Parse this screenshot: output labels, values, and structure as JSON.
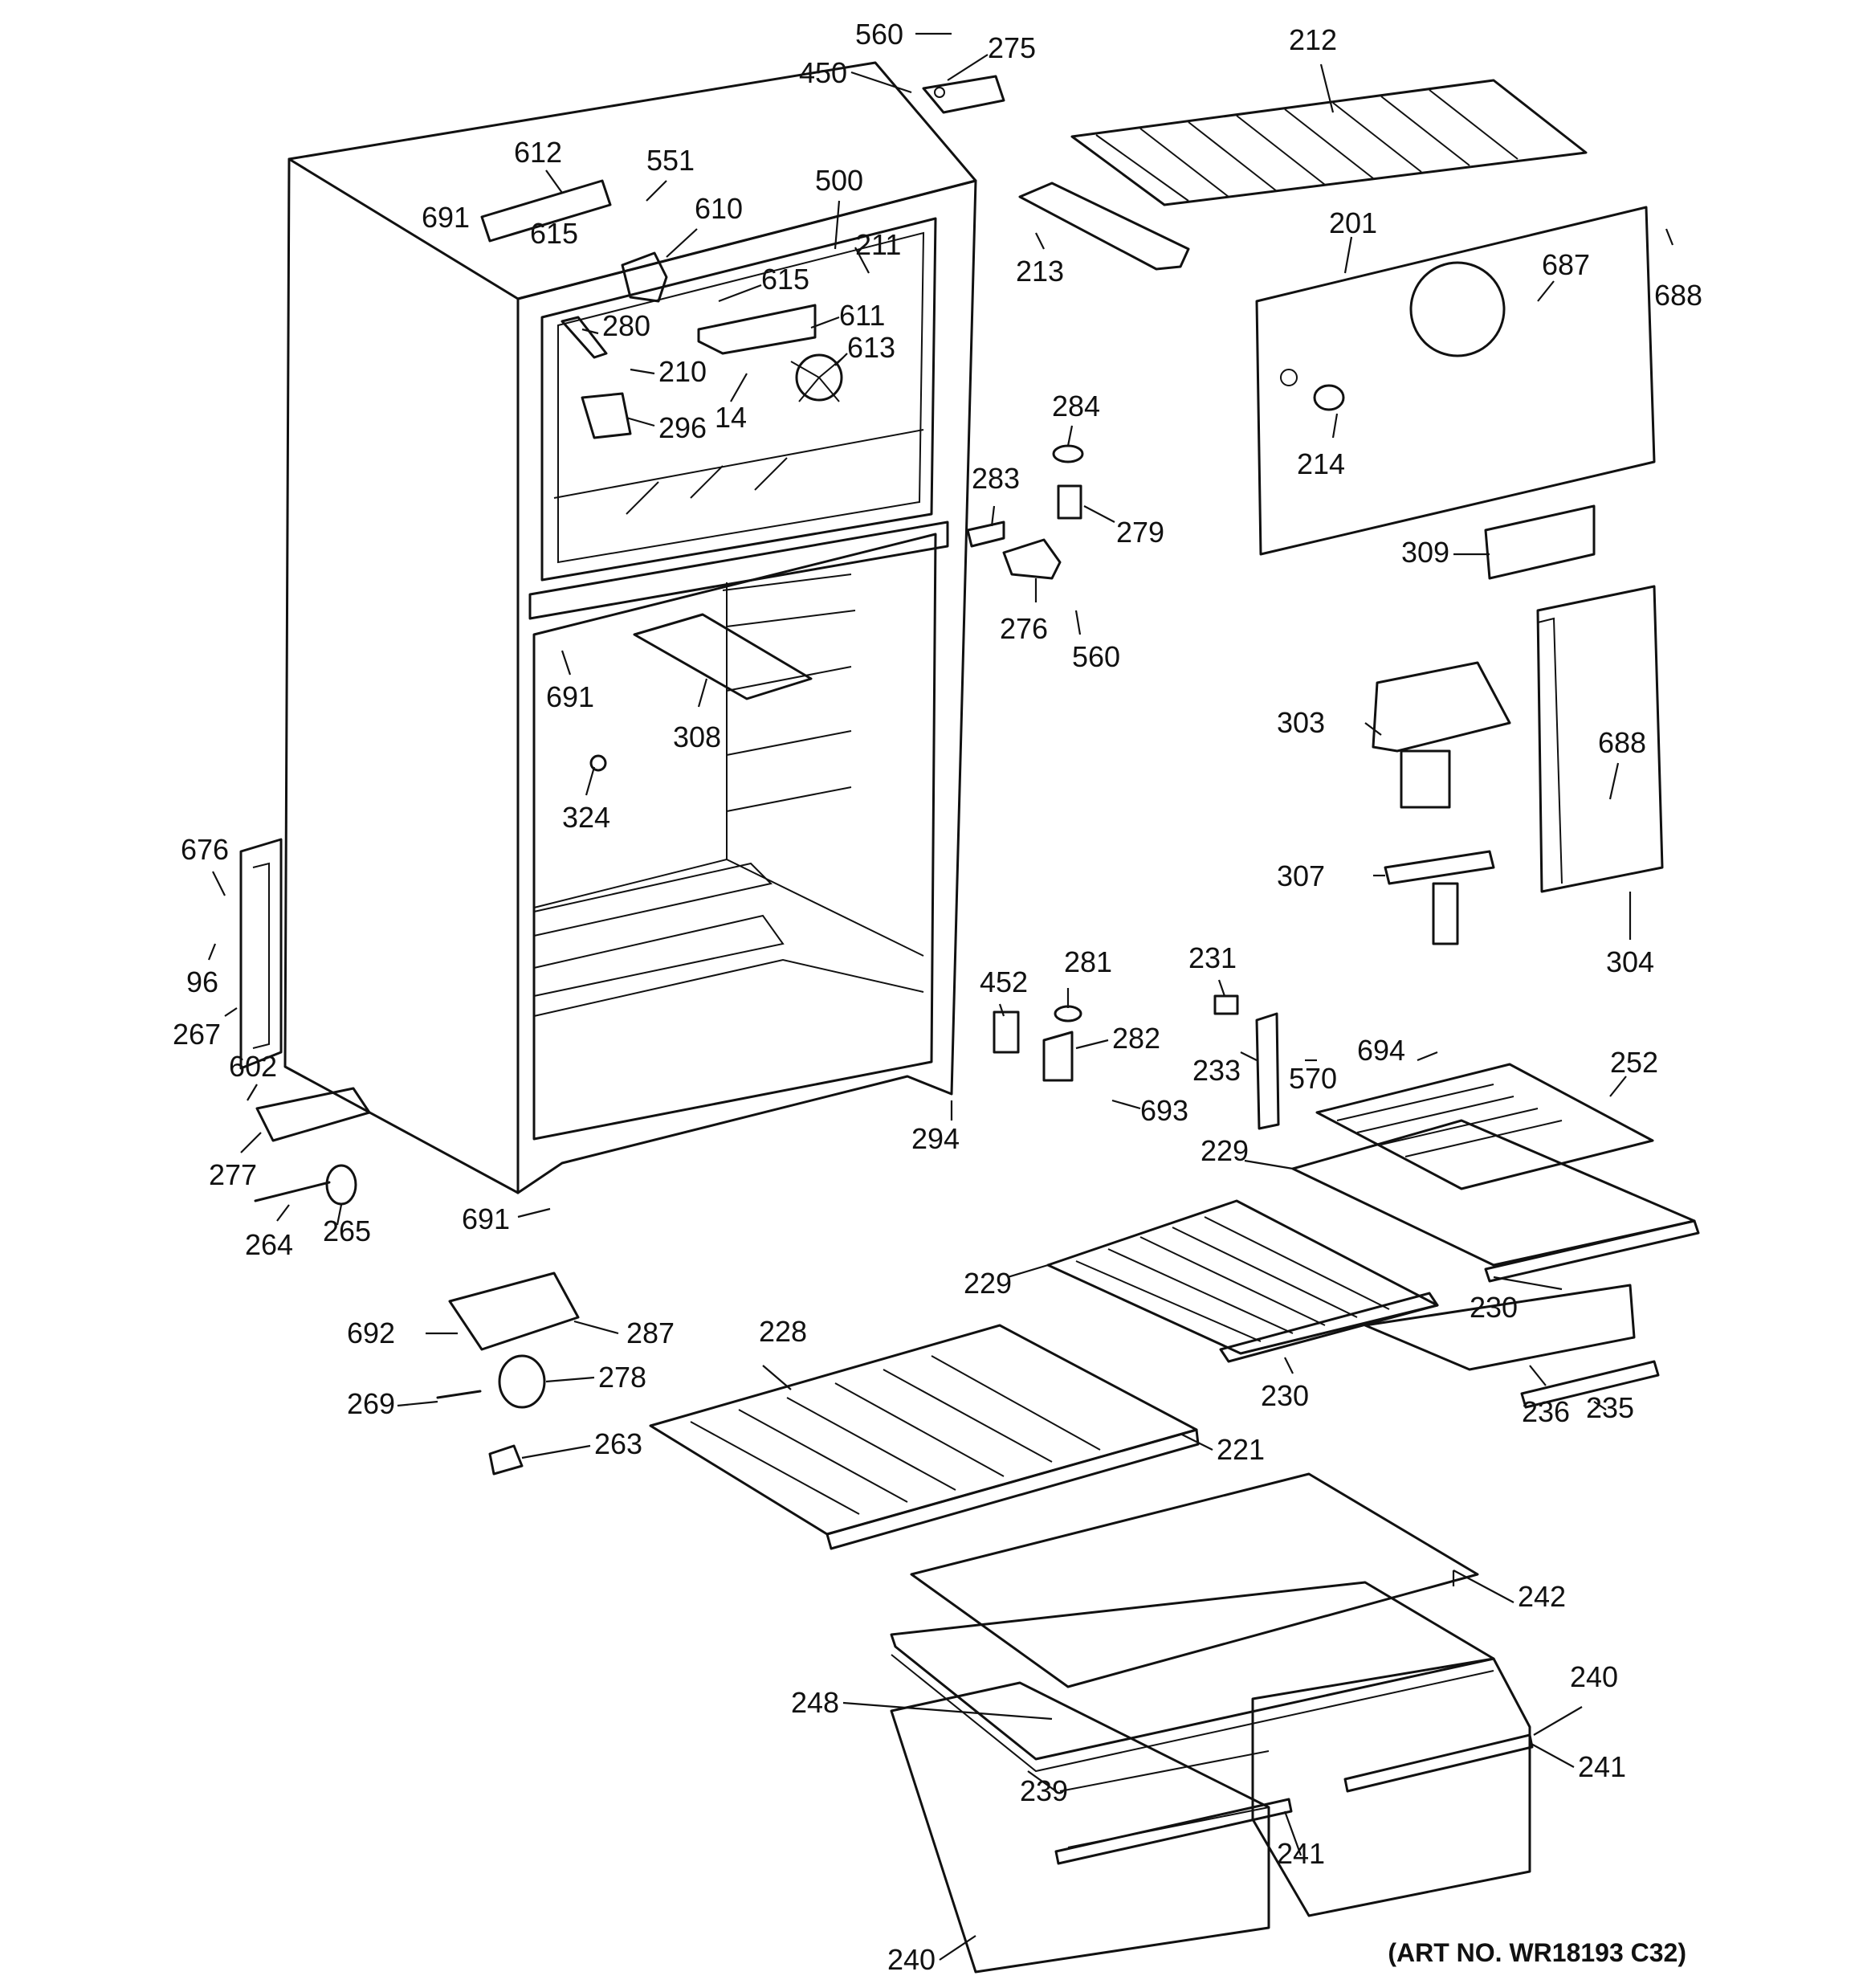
{
  "art_number": "(ART NO. WR18193 C32)",
  "callouts": [
    {
      "id": "c560a",
      "text": "560"
    },
    {
      "id": "c275",
      "text": "275"
    },
    {
      "id": "c450",
      "text": "450"
    },
    {
      "id": "c212",
      "text": "212"
    },
    {
      "id": "c612",
      "text": "612"
    },
    {
      "id": "c551",
      "text": "551"
    },
    {
      "id": "c500",
      "text": "500"
    },
    {
      "id": "c610",
      "text": "610"
    },
    {
      "id": "c691a",
      "text": "691"
    },
    {
      "id": "c615a",
      "text": "615"
    },
    {
      "id": "c211",
      "text": "211"
    },
    {
      "id": "c615b",
      "text": "615"
    },
    {
      "id": "c611",
      "text": "611"
    },
    {
      "id": "c280",
      "text": "280"
    },
    {
      "id": "c613",
      "text": "613"
    },
    {
      "id": "c210",
      "text": "210"
    },
    {
      "id": "c14",
      "text": "14"
    },
    {
      "id": "c296",
      "text": "296"
    },
    {
      "id": "c213",
      "text": "213"
    },
    {
      "id": "c201",
      "text": "201"
    },
    {
      "id": "c687",
      "text": "687"
    },
    {
      "id": "c688a",
      "text": "688"
    },
    {
      "id": "c214",
      "text": "214"
    },
    {
      "id": "c284",
      "text": "284"
    },
    {
      "id": "c283",
      "text": "283"
    },
    {
      "id": "c279",
      "text": "279"
    },
    {
      "id": "c309",
      "text": "309"
    },
    {
      "id": "c276",
      "text": "276"
    },
    {
      "id": "c560b",
      "text": "560"
    },
    {
      "id": "c691b",
      "text": "691"
    },
    {
      "id": "c308",
      "text": "308"
    },
    {
      "id": "c303",
      "text": "303"
    },
    {
      "id": "c688b",
      "text": "688"
    },
    {
      "id": "c324",
      "text": "324"
    },
    {
      "id": "c307",
      "text": "307"
    },
    {
      "id": "c304",
      "text": "304"
    },
    {
      "id": "c676",
      "text": "676"
    },
    {
      "id": "c96",
      "text": "96"
    },
    {
      "id": "c267",
      "text": "267"
    },
    {
      "id": "c602",
      "text": "602"
    },
    {
      "id": "c277",
      "text": "277"
    },
    {
      "id": "c264",
      "text": "264"
    },
    {
      "id": "c265",
      "text": "265"
    },
    {
      "id": "c691c",
      "text": "691"
    },
    {
      "id": "c452",
      "text": "452"
    },
    {
      "id": "c281",
      "text": "281"
    },
    {
      "id": "c282",
      "text": "282"
    },
    {
      "id": "c693",
      "text": "693"
    },
    {
      "id": "c294",
      "text": "294"
    },
    {
      "id": "c231",
      "text": "231"
    },
    {
      "id": "c233",
      "text": "233"
    },
    {
      "id": "c570",
      "text": "570"
    },
    {
      "id": "c694",
      "text": "694"
    },
    {
      "id": "c252",
      "text": "252"
    },
    {
      "id": "c229a",
      "text": "229"
    },
    {
      "id": "c229b",
      "text": "229"
    },
    {
      "id": "c230a",
      "text": "230"
    },
    {
      "id": "c230b",
      "text": "230"
    },
    {
      "id": "c236",
      "text": "236"
    },
    {
      "id": "c235",
      "text": "235"
    },
    {
      "id": "c692",
      "text": "692"
    },
    {
      "id": "c287",
      "text": "287"
    },
    {
      "id": "c278",
      "text": "278"
    },
    {
      "id": "c269",
      "text": "269"
    },
    {
      "id": "c263",
      "text": "263"
    },
    {
      "id": "c228",
      "text": "228"
    },
    {
      "id": "c221",
      "text": "221"
    },
    {
      "id": "c242",
      "text": "242"
    },
    {
      "id": "c248",
      "text": "248"
    },
    {
      "id": "c240a",
      "text": "240"
    },
    {
      "id": "c241a",
      "text": "241"
    },
    {
      "id": "c239",
      "text": "239"
    },
    {
      "id": "c241b",
      "text": "241"
    },
    {
      "id": "c240b",
      "text": "240"
    }
  ]
}
